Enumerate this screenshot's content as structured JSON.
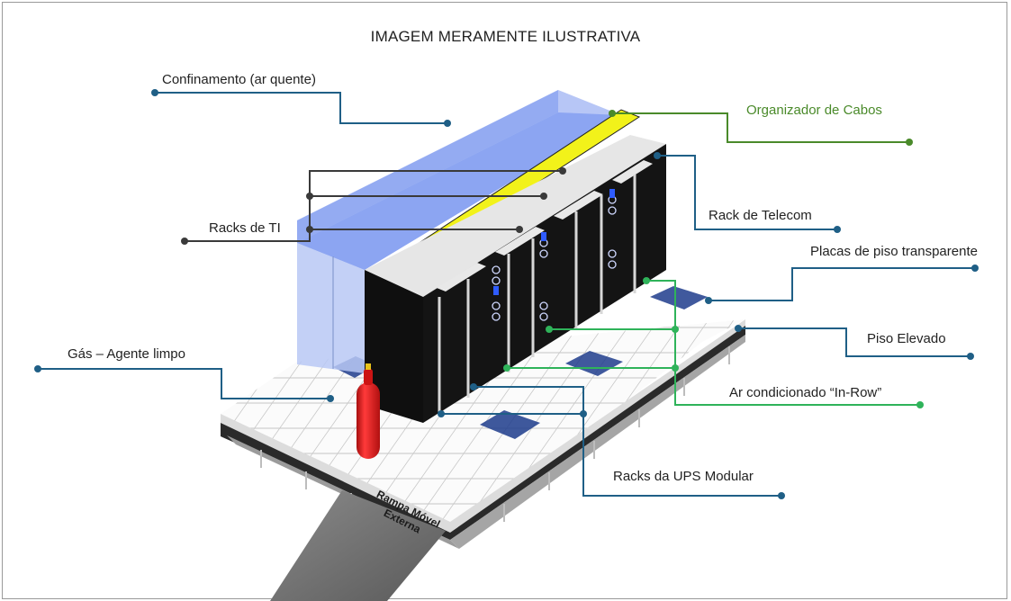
{
  "title": "IMAGEM MERAMENTE ILUSTRATIVA",
  "labels": {
    "confinamento": "Confinamento (ar quente)",
    "organizador": "Organizador de Cabos",
    "racks_ti": "Racks de TI",
    "rack_telecom": "Rack de Telecom",
    "placas_piso": "Placas de piso transparente",
    "piso_elevado": "Piso Elevado",
    "gas": "Gás – Agente limpo",
    "ar_condicionado": "Ar condicionado “In-Row”",
    "racks_ups": "Racks da UPS Modular",
    "rampa_line1": "Rampa Móvel",
    "rampa_line2": "Externa"
  },
  "colors": {
    "callout_blue": "#1f5f86",
    "callout_dark": "#3a3a3a",
    "callout_green": "#2fb35a",
    "callout_olive": "#4a8a2a",
    "containment": "#8aa4f0",
    "cable_tray": "#f2f21a",
    "rack": "#0d0d0d",
    "extinguisher": "#e02020",
    "ramp": "#6f6f6f"
  }
}
